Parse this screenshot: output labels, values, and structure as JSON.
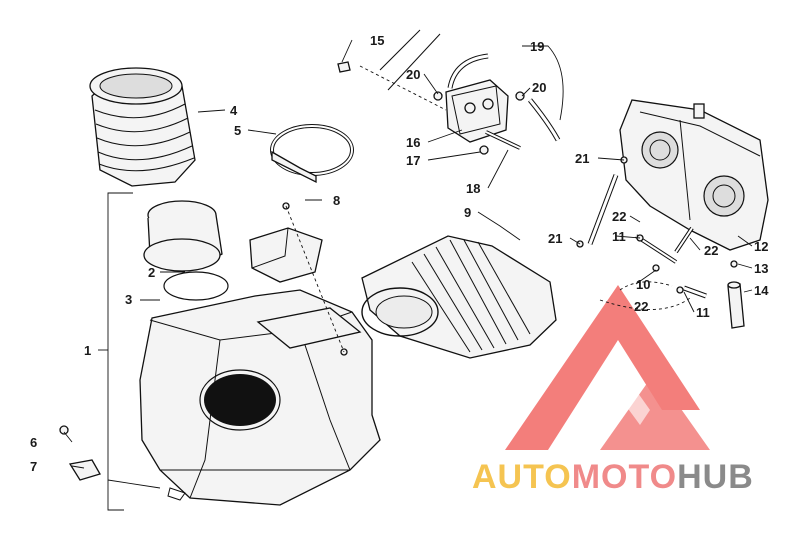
{
  "callouts": [
    {
      "id": "c1",
      "text": "1"
    },
    {
      "id": "c2",
      "text": "2"
    },
    {
      "id": "c3",
      "text": "3"
    },
    {
      "id": "c4",
      "text": "4"
    },
    {
      "id": "c5",
      "text": "5"
    },
    {
      "id": "c6",
      "text": "6"
    },
    {
      "id": "c7",
      "text": "7"
    },
    {
      "id": "c8",
      "text": "8"
    },
    {
      "id": "c9",
      "text": "9"
    },
    {
      "id": "c10",
      "text": "10"
    },
    {
      "id": "c11a",
      "text": "11"
    },
    {
      "id": "c11b",
      "text": "11"
    },
    {
      "id": "c12",
      "text": "12"
    },
    {
      "id": "c13",
      "text": "13"
    },
    {
      "id": "c14",
      "text": "14"
    },
    {
      "id": "c15",
      "text": "15"
    },
    {
      "id": "c16",
      "text": "16"
    },
    {
      "id": "c17",
      "text": "17"
    },
    {
      "id": "c18",
      "text": "18"
    },
    {
      "id": "c19",
      "text": "19"
    },
    {
      "id": "c20a",
      "text": "20"
    },
    {
      "id": "c20b",
      "text": "20"
    },
    {
      "id": "c21a",
      "text": "21"
    },
    {
      "id": "c21b",
      "text": "21"
    },
    {
      "id": "c22a",
      "text": "22"
    },
    {
      "id": "c22b",
      "text": "22"
    },
    {
      "id": "c22c",
      "text": "22"
    }
  ],
  "watermark": {
    "part1": "AUTO",
    "part2": "MOTO",
    "part3": "HUB",
    "color_auto": "#f5c451",
    "color_moto": "#f08a8a",
    "color_hub": "#8a8a8a",
    "logo_color": "#ef5350"
  }
}
